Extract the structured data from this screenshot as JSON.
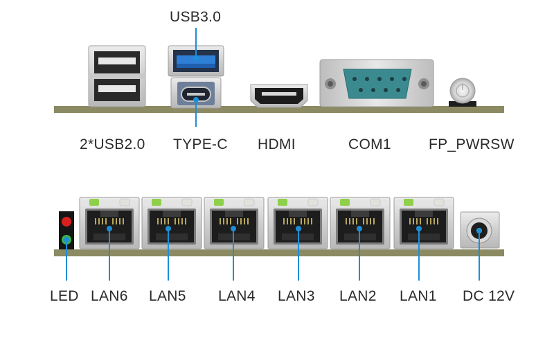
{
  "top_panel": {
    "labels": {
      "usb30": "USB3.0",
      "usb20": "2*USB2.0",
      "typec": "TYPE-C",
      "hdmi": "HDMI",
      "com1": "COM1",
      "pwrsw": "FP_PWRSW"
    }
  },
  "bottom_panel": {
    "labels": {
      "led": "LED",
      "lan6": "LAN6",
      "lan5": "LAN5",
      "lan4": "LAN4",
      "lan3": "LAN3",
      "lan2": "LAN2",
      "lan1": "LAN1",
      "dc": "DC 12V"
    }
  },
  "colors": {
    "pcb": "#8b8a62",
    "leader_line": "#1c8fd6",
    "usb3_blue": "#2f7fd6",
    "com_teal": "#3a8a90",
    "led_red": "#d8201c",
    "led_green": "#3bb04a",
    "lan_led_green": "#8ed04a",
    "metal": "#d3d3d3"
  }
}
